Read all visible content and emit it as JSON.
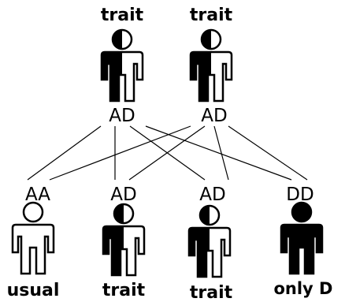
{
  "parents": [
    {
      "caption": "trait",
      "genotype": "AD",
      "fill": "half"
    },
    {
      "caption": "trait",
      "genotype": "AD",
      "fill": "half"
    }
  ],
  "children": [
    {
      "genotype": "AA",
      "caption": "usual",
      "fill": "empty"
    },
    {
      "genotype": "AD",
      "caption": "trait",
      "fill": "half"
    },
    {
      "genotype": "AD",
      "caption": "trait",
      "fill": "half"
    },
    {
      "genotype": "DD",
      "caption": "only D",
      "fill": "full"
    }
  ],
  "colors": {
    "ink": "#000000",
    "paper": "#ffffff"
  }
}
